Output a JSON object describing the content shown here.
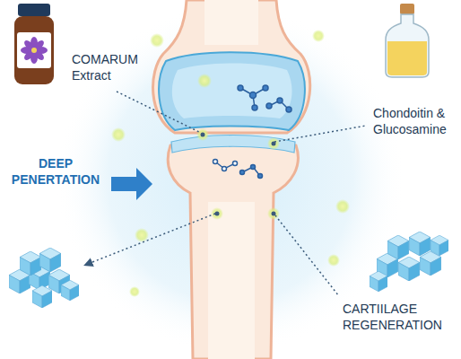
{
  "diagram": {
    "labels": [
      "COMARUM Extract",
      "Chondoitin & Glucosamine",
      "DEEP PENERTATION",
      "CARTIILAGE REGENERATION"
    ]
  }
}
